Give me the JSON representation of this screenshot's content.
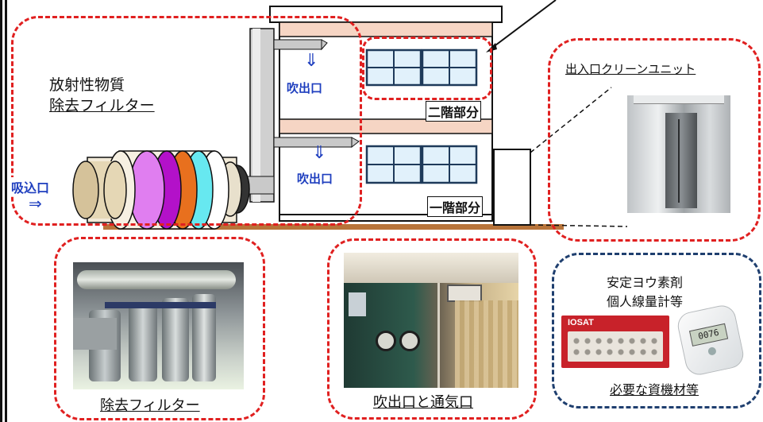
{
  "labels": {
    "radioactive_filter": [
      "放射性物質",
      "除去フィルター"
    ],
    "inlet": "吸込口",
    "inlet_arrow": "⇒",
    "outlet_upper": "吹出口",
    "outlet_lower": "吹出口",
    "second_floor": "二階部分",
    "first_floor": "一階部分",
    "clean_unit": "出入口クリーンユニット",
    "removal_filter_caption": "除去フィルター",
    "outlet_vent_caption": "吹出口と通気口",
    "supplies": [
      "安定ヨウ素剤",
      "個人線量計等"
    ],
    "supplies_caption": "必要な資機材等",
    "iosat_brand": "IOSAT",
    "dosimeter_reading": "0076",
    "down_arrow": "⇓"
  },
  "colors": {
    "red_dash": "#e02020",
    "blue_dash": "#1f3f6f",
    "label_blue": "#1f3fbf"
  }
}
